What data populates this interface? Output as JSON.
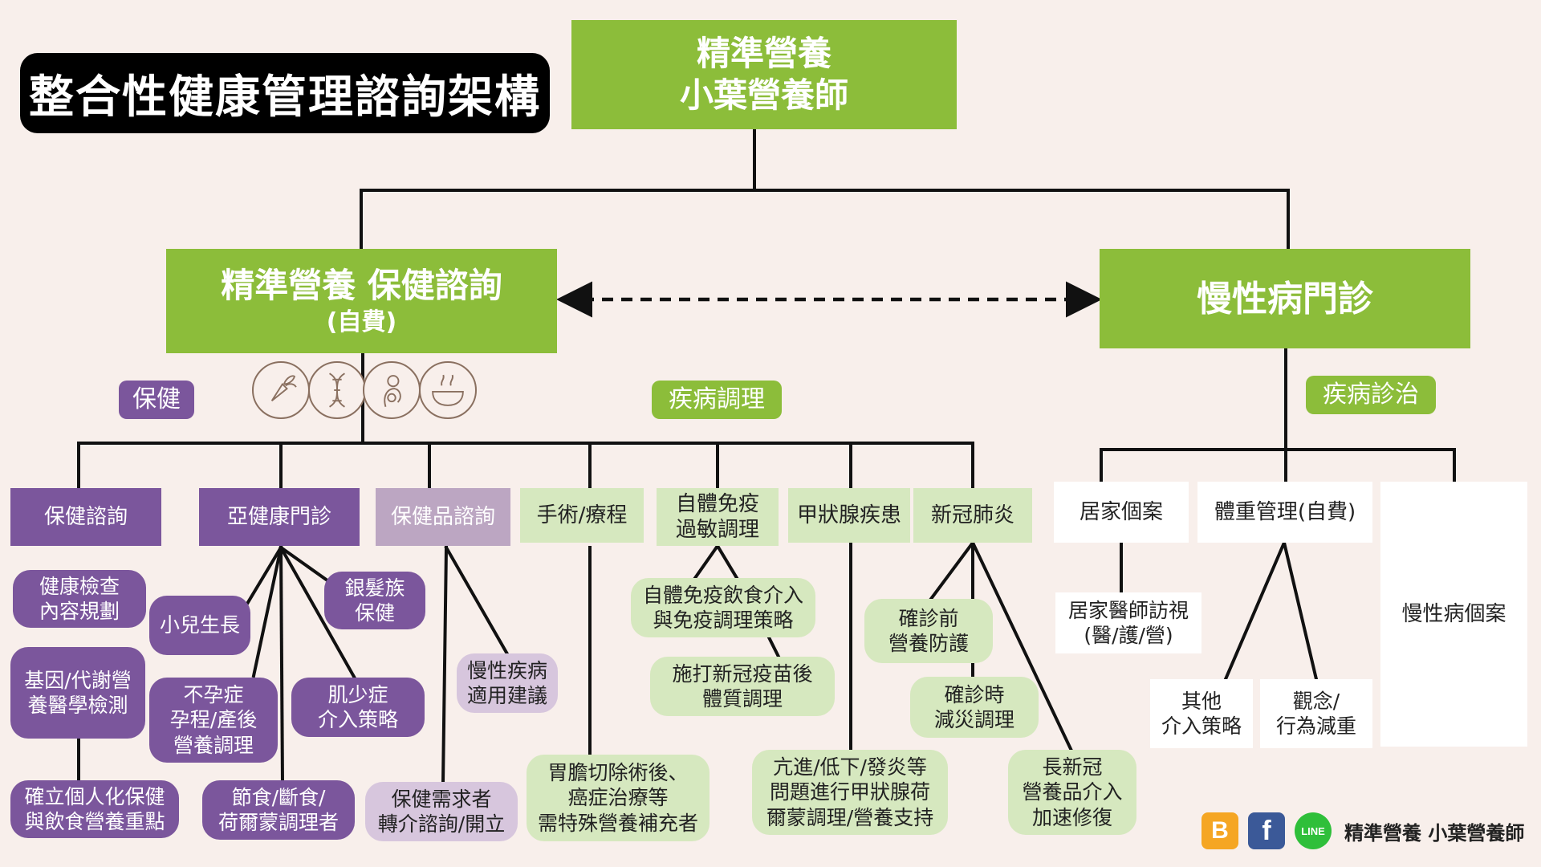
{
  "title": "整合性健康管理諮詢架構",
  "root": {
    "line1": "精準營養",
    "line2": "小葉營養師"
  },
  "branch_wellness": {
    "line1": "精準營養 保健諮詢",
    "line2": "(自費)"
  },
  "branch_clinic": {
    "label": "慢性病門診"
  },
  "tags": {
    "wellness": "保健",
    "disease_care": "疾病調理",
    "diagnosis": "疾病診治"
  },
  "icons": [
    "carrot-leaf-icon",
    "dna-icon",
    "mother-baby-icon",
    "soup-bowl-icon"
  ],
  "wellness_children": [
    {
      "label": "保健諮詢"
    },
    {
      "label": "亞健康門診"
    },
    {
      "label": "保健品諮詢"
    },
    {
      "label": "手術/療程"
    },
    {
      "line1": "自體免疫",
      "line2": "過敏調理"
    },
    {
      "label": "甲狀腺疾患"
    },
    {
      "label": "新冠肺炎"
    }
  ],
  "clinic_children": [
    {
      "label": "居家個案"
    },
    {
      "label": "體重管理(自費)"
    },
    {
      "label": "慢性病個案"
    }
  ],
  "leaves": {
    "health_check": {
      "line1": "健康檢查",
      "line2": "內容規劃"
    },
    "gene_test": {
      "line1": "基因/代謝營",
      "line2": "養醫學檢測"
    },
    "personal_focus": {
      "line1": "確立個人化保健",
      "line2": "與飲食營養重點"
    },
    "child_growth": {
      "label": "小兒生長"
    },
    "silver": {
      "line1": "銀髮族",
      "line2": "保健"
    },
    "infertility": {
      "line1": "不孕症",
      "line2": "孕程/產後",
      "line3": "營養調理"
    },
    "sarcopenia": {
      "line1": "肌少症",
      "line2": "介入策略"
    },
    "fasting": {
      "line1": "節食/斷食/",
      "line2": "荷爾蒙調理者"
    },
    "chronic_advice": {
      "line1": "慢性疾病",
      "line2": "適用建議"
    },
    "referral": {
      "line1": "保健需求者",
      "line2": "轉介諮詢/開立"
    },
    "surgery_support": {
      "line1": "胃膽切除術後、",
      "line2": "癌症治療等",
      "line3": "需特殊營養補充者"
    },
    "autoimmune_diet": {
      "line1": "自體免疫飲食介入",
      "line2": "與免疫調理策略"
    },
    "vaccine": {
      "line1": "施打新冠疫苗後",
      "line2": "體質調理"
    },
    "thyroid_support": {
      "line1": "亢進/低下/發炎等",
      "line2": "問題進行甲狀腺荷",
      "line3": "爾蒙調理/營養支持"
    },
    "pre_diagnosis": {
      "line1": "確診前",
      "line2": "營養防護"
    },
    "during_diagnosis": {
      "line1": "確診時",
      "line2": "減災調理"
    },
    "long_covid": {
      "line1": "長新冠",
      "line2": "營養品介入",
      "line3": "加速修復"
    },
    "home_visit": {
      "line1": "居家醫師訪視",
      "line2": "(醫/護/營)"
    },
    "other_strategy": {
      "line1": "其他",
      "line2": "介入策略"
    },
    "mindset": {
      "line1": "觀念/",
      "line2": "行為減重"
    }
  },
  "footer": {
    "icons": [
      "blogger-icon",
      "facebook-icon",
      "line-icon"
    ],
    "blogger_glyph": "B",
    "facebook_glyph": "f",
    "line_glyph": "LINE",
    "brand": "精準營養 小葉營養師"
  },
  "colors": {
    "background": "#f8efeb",
    "green": "#8cbd3a",
    "light_green": "#d6e8bf",
    "purple": "#7b569c",
    "light_purple": "#d7c6dd",
    "mauve": "#bca6c2",
    "line": "#111111"
  }
}
